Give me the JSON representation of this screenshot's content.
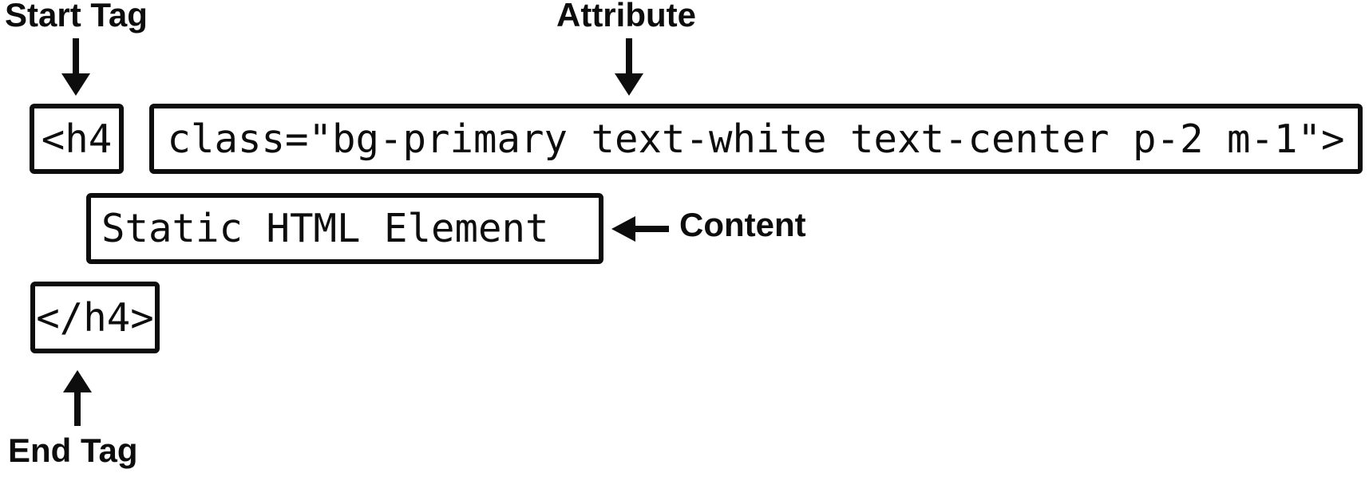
{
  "diagram": {
    "labels": {
      "start_tag": "Start Tag",
      "attribute": "Attribute",
      "content": "Content",
      "end_tag": "End Tag"
    },
    "code": {
      "start_tag": "<h4",
      "attribute": "class=\"bg-primary text-white text-center p-2 m-1\">",
      "content": "Static HTML Element",
      "end_tag": "</h4>"
    },
    "colors": {
      "ink": "#0d0d0d",
      "background": "#ffffff"
    }
  }
}
